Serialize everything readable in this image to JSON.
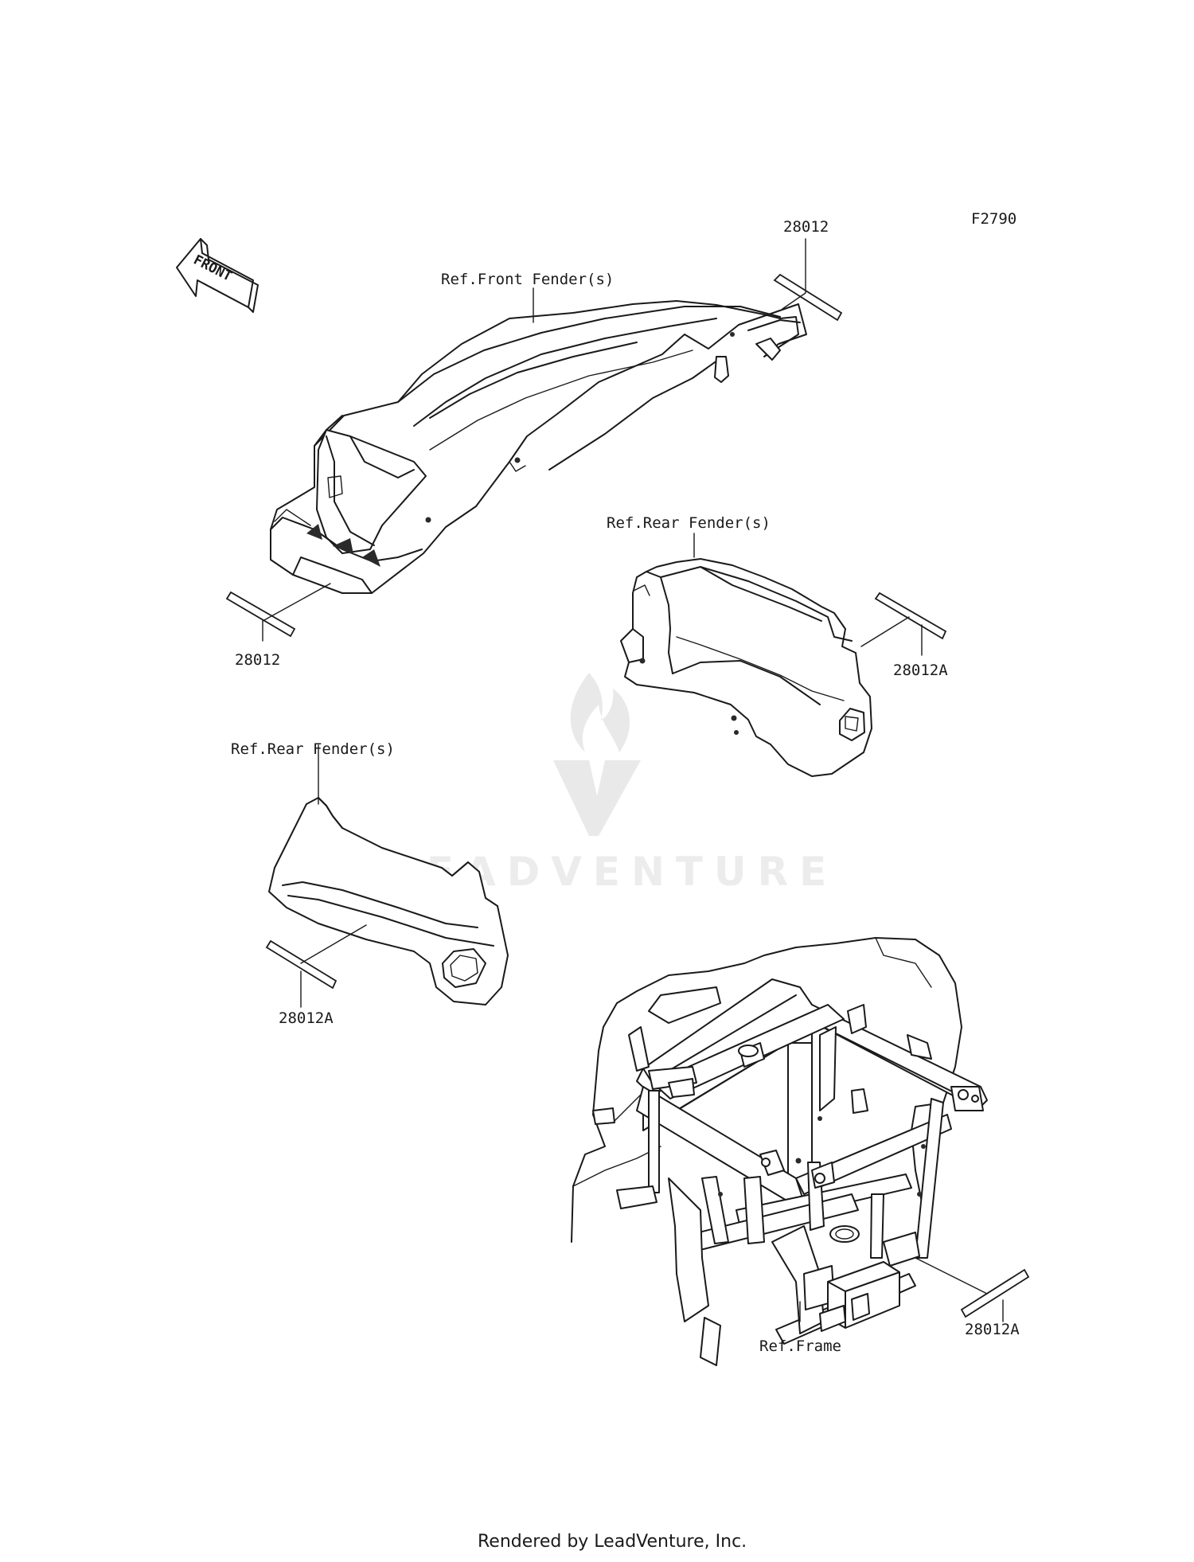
{
  "diagram_code": "F2790",
  "front_arrow_label": "FRONT",
  "watermark_text": "LEADVENTURE",
  "footer_text": "Rendered by LeadVenture, Inc.",
  "callouts": {
    "front_fender_ref": "Ref.Front Fender(s)",
    "decal_front_top": "28012",
    "decal_front_left": "28012",
    "rear_fender_ref_right": "Ref.Rear Fender(s)",
    "decal_rear_right": "28012A",
    "rear_fender_ref_left": "Ref.Rear Fender(s)",
    "decal_rear_left": "28012A",
    "frame_ref": "Ref.Frame",
    "decal_frame": "28012A"
  },
  "colors": {
    "ink": "#1a1a1a",
    "background": "#ffffff",
    "watermark": "#e9e9e9"
  }
}
